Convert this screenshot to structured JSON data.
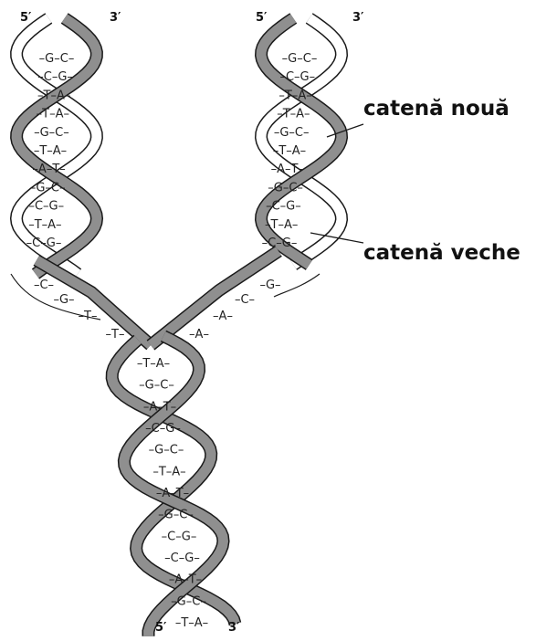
{
  "labels": {
    "left_top_5": "5′",
    "left_top_3": "3′",
    "right_top_5": "5′",
    "right_top_3": "3′",
    "bottom_5": "5′",
    "bottom_3": "3′",
    "new_strand": "catenă nouă",
    "old_strand": "catenă veche"
  },
  "pairs": {
    "left_helix": [
      "G–C",
      "C–G",
      "T–A",
      "T–A",
      "G–C",
      "T–A",
      "A–T",
      "G–C",
      "C–G",
      "T–A",
      "C–G"
    ],
    "right_helix": [
      "G–C",
      "C–G",
      "T–A",
      "T–A",
      "G–C",
      "T–A",
      "A–T",
      "G–C",
      "C–G",
      "T–A",
      "C–G"
    ],
    "bottom_helix": [
      "T–A",
      "G–C",
      "A–T",
      "C–G",
      "G–C",
      "T–A",
      "A–T",
      "G–C",
      "C–G",
      "C–G",
      "A–T",
      "G–C",
      "T–A"
    ]
  },
  "unpaired": {
    "left_strand": [
      "C",
      "G",
      "T",
      "T"
    ],
    "right_strand": [
      "G",
      "C",
      "A",
      "A"
    ]
  },
  "colors": {
    "strand_old": "#8f8f8f",
    "strand_new": "#ffffff",
    "outline": "#1a1a1a",
    "text": "#111111"
  }
}
